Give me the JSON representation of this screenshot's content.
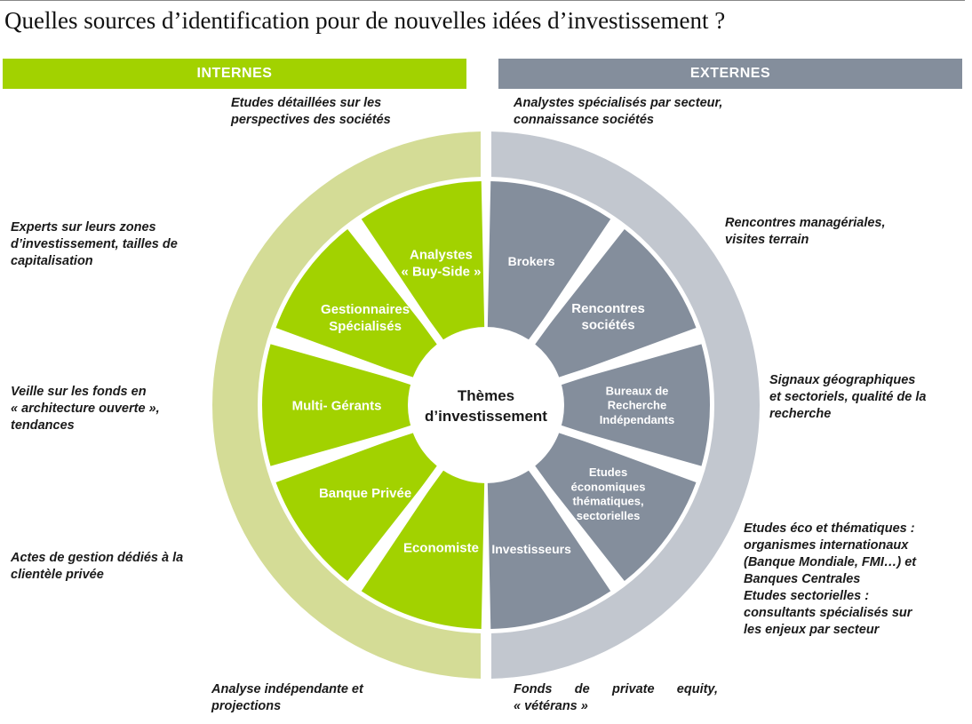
{
  "title": "Quelles sources d’identification pour de nouvelles idées d’investissement ?",
  "bands": {
    "internal": "INTERNES",
    "external": "EXTERNES"
  },
  "center": [
    "Thèmes",
    "d’investissement"
  ],
  "colors": {
    "internal_segment": "#a2d200",
    "internal_ring": "#d4dc96",
    "external_segment": "#848e9c",
    "external_ring": "#c2c7cf",
    "divider": "#ffffff"
  },
  "internal_segments": [
    {
      "lines": [
        "Analystes",
        "« Buy-Side »"
      ]
    },
    {
      "lines": [
        "Gestionnaires",
        "Spécialisés"
      ]
    },
    {
      "lines": [
        "Multi- Gérants"
      ]
    },
    {
      "lines": [
        "Banque Privée"
      ]
    },
    {
      "lines": [
        "Economiste"
      ]
    }
  ],
  "external_segments": [
    {
      "lines": [
        "Brokers"
      ]
    },
    {
      "lines": [
        "Rencontres",
        "sociétés"
      ]
    },
    {
      "lines": [
        "Bureaux de",
        "Recherche",
        "Indépendants"
      ]
    },
    {
      "lines": [
        "Etudes",
        "économiques",
        "thématiques,",
        "sectorielles"
      ]
    },
    {
      "lines": [
        "Investisseurs"
      ]
    }
  ],
  "notes": {
    "int_1": [
      "Etudes détaillées sur les",
      "perspectives des sociétés"
    ],
    "int_2": [
      "Experts sur leurs zones",
      "d’investissement, tailles de",
      "capitalisation"
    ],
    "int_3": [
      "Veille sur les fonds en",
      "« architecture ouverte »,",
      "tendances"
    ],
    "int_4": [
      "Actes de gestion dédiés à la",
      "clientèle privée"
    ],
    "int_5": [
      "Analyse indépendante et",
      "projections"
    ],
    "ext_1": [
      "Analystes spécialisés par secteur,",
      "connaissance sociétés"
    ],
    "ext_2": [
      "Rencontres managériales,",
      "visites terrain"
    ],
    "ext_3": [
      "Signaux géographiques",
      "et sectoriels, qualité de la",
      "recherche"
    ],
    "ext_4": [
      "Etudes éco et thématiques :",
      "organismes internationaux",
      "(Banque Mondiale, FMI…) et",
      "Banques Centrales",
      "Etudes sectorielles :",
      "consultants spécialisés sur",
      "les enjeux par secteur"
    ],
    "ext_5": [
      "Fonds de private equity,",
      "« vétérans »"
    ]
  }
}
